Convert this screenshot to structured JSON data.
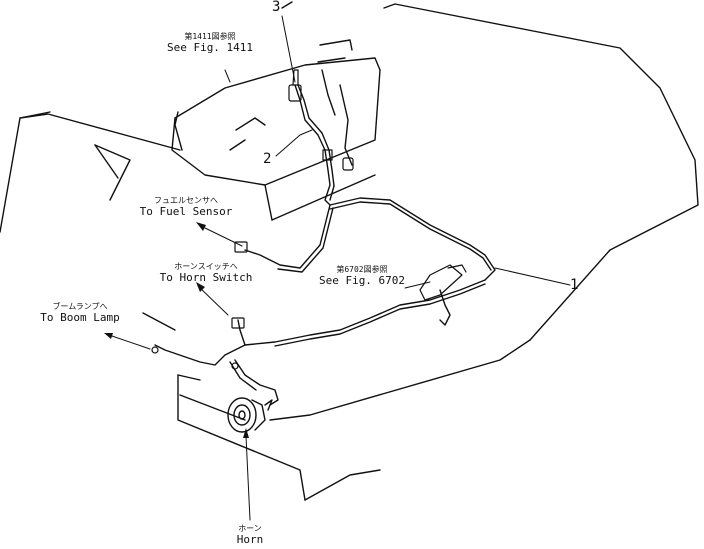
{
  "callouts": {
    "c1": "1",
    "c2": "2",
    "c3": "3"
  },
  "labels": {
    "fig1411": {
      "jp": "第1411図参照",
      "en": "See Fig. 1411"
    },
    "fuel_sensor": {
      "jp": "フュエルセンサへ",
      "en": "To Fuel Sensor"
    },
    "horn_switch": {
      "jp": "ホーンスイッチへ",
      "en": "To Horn Switch"
    },
    "boom_lamp": {
      "jp": "ブームランプへ",
      "en": "To Boom Lamp"
    },
    "fig6702": {
      "jp": "第6702図参照",
      "en": "See Fig. 6702"
    },
    "horn": {
      "jp": "ホーン",
      "en": "Horn"
    }
  },
  "colors": {
    "line": "#111111",
    "background": "#ffffff"
  }
}
